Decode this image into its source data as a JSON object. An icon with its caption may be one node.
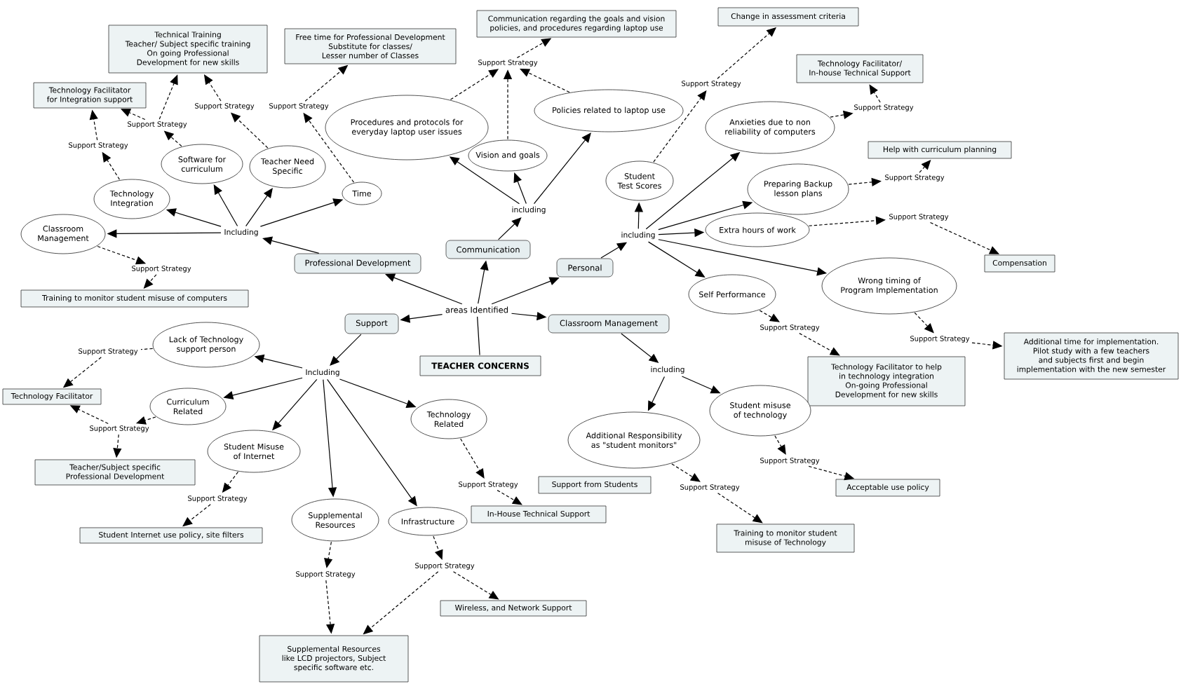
{
  "diagram": {
    "nodes": [
      {
        "text": [
          "TEACHER CONCERNS"
        ]
      },
      {
        "text": [
          "areas Identified"
        ]
      },
      {
        "text": [
          "Professional Development"
        ]
      },
      {
        "text": [
          "Communication"
        ]
      },
      {
        "text": [
          "Personal"
        ]
      },
      {
        "text": [
          "Support"
        ]
      },
      {
        "text": [
          "Classroom Management"
        ]
      },
      {
        "text": [
          "Including"
        ]
      },
      {
        "text": [
          "Classroom Management"
        ]
      },
      {
        "text": [
          "Technology Integration"
        ]
      },
      {
        "text": [
          "Software for curriculum"
        ]
      },
      {
        "text": [
          "Teacher Need Specific"
        ]
      },
      {
        "text": [
          "Time"
        ]
      },
      {
        "text": [
          "Support Strategy"
        ]
      },
      {
        "text": [
          "Training to monitor student misuse of computers"
        ]
      },
      {
        "text": [
          "Support Strategy"
        ]
      },
      {
        "text": [
          "Technology Facilitator for Integration support"
        ]
      },
      {
        "text": [
          "Support Strategy"
        ]
      },
      {
        "text": [
          "Support Strategy"
        ]
      },
      {
        "text": [
          "Technical Training",
          "Teacher/ Subject specific training",
          "On going Professional Development for new skills"
        ]
      },
      {
        "text": [
          "Support Strategy"
        ]
      },
      {
        "text": [
          "Free time for Professional Development",
          "Substitute for classes/",
          "Lesser number of Classes"
        ]
      },
      {
        "text": [
          "including"
        ]
      },
      {
        "text": [
          "Procedures and protocols for everyday laptop user issues"
        ]
      },
      {
        "text": [
          "Vision and goals"
        ]
      },
      {
        "text": [
          "Policies related to laptop use"
        ]
      },
      {
        "text": [
          "Support Strategy"
        ]
      },
      {
        "text": [
          "Communication regarding the goals and vision policies, and procedures regarding laptop use"
        ]
      },
      {
        "text": [
          "including"
        ]
      },
      {
        "text": [
          "Student Test Scores"
        ]
      },
      {
        "text": [
          "Anxieties due to non reliability of computers"
        ]
      },
      {
        "text": [
          "Preparing Backup lesson plans"
        ]
      },
      {
        "text": [
          "Extra hours of work"
        ]
      },
      {
        "text": [
          "Wrong timing of Program Implementation"
        ]
      },
      {
        "text": [
          "Self Performance"
        ]
      },
      {
        "text": [
          "Support Strategy"
        ]
      },
      {
        "text": [
          "Change in assessment criteria"
        ]
      },
      {
        "text": [
          "Support Strategy"
        ]
      },
      {
        "text": [
          "Technology Facilitator/ In-house Technical Support"
        ]
      },
      {
        "text": [
          "Support Strategy"
        ]
      },
      {
        "text": [
          "Help with curriculum planning"
        ]
      },
      {
        "text": [
          "Support Strategy"
        ]
      },
      {
        "text": [
          "Compensation"
        ]
      },
      {
        "text": [
          "Support Strategy"
        ]
      },
      {
        "text": [
          "Additional time for implementation.",
          "Pilot study with a few teachers and subjects first and begin implementation with the new semester"
        ]
      },
      {
        "text": [
          "Support Strategy"
        ]
      },
      {
        "text": [
          "Technology Facilitator to help in technology integration",
          "On-going Professional Development for new skills"
        ]
      },
      {
        "text": [
          "including"
        ]
      },
      {
        "text": [
          "Additional Responsibility as \"student monitors\""
        ]
      },
      {
        "text": [
          "Student misuse of technology"
        ]
      },
      {
        "text": [
          "Support Strategy"
        ]
      },
      {
        "text": [
          "Acceptable use policy"
        ]
      },
      {
        "text": [
          "Support Strategy"
        ]
      },
      {
        "text": [
          "Training to monitor student misuse of Technology"
        ]
      },
      {
        "text": [
          "Including"
        ]
      },
      {
        "text": [
          "Lack of Technology support person"
        ]
      },
      {
        "text": [
          "Curriculum Related"
        ]
      },
      {
        "text": [
          "Student Misuse of Internet"
        ]
      },
      {
        "text": [
          "Supplemental Resources"
        ]
      },
      {
        "text": [
          "Infrastructure"
        ]
      },
      {
        "text": [
          "Technology Related"
        ]
      },
      {
        "text": [
          "Support Strategy"
        ]
      },
      {
        "text": [
          "Technology Facilitator"
        ]
      },
      {
        "text": [
          "Support Strategy"
        ]
      },
      {
        "text": [
          "Teacher/Subject specific Professional Development"
        ]
      },
      {
        "text": [
          "Support Strategy"
        ]
      },
      {
        "text": [
          "Student Internet use policy, site filters"
        ]
      },
      {
        "text": [
          "Support Strategy"
        ]
      },
      {
        "text": [
          "Supplemental Resources like LCD projectors, Subject specific software etc."
        ]
      },
      {
        "text": [
          "Support Strategy"
        ]
      },
      {
        "text": [
          "Support from Students"
        ]
      },
      {
        "text": [
          "In-House Technical Support"
        ]
      },
      {
        "text": [
          "Support Strategy"
        ]
      },
      {
        "text": [
          "Wireless, and Network Support"
        ]
      }
    ],
    "edges": [
      {
        "from": 0,
        "to": 1,
        "arrow": "none"
      },
      {
        "from": 1,
        "to": 2,
        "arrow": "to"
      },
      {
        "from": 1,
        "to": 3,
        "arrow": "to"
      },
      {
        "from": 1,
        "to": 4,
        "arrow": "to"
      },
      {
        "from": 1,
        "to": 5,
        "arrow": "to"
      },
      {
        "from": 1,
        "to": 6,
        "arrow": "to"
      },
      {
        "from": 2,
        "to": 7,
        "arrow": "to"
      },
      {
        "from": 7,
        "to": 8,
        "arrow": "to"
      },
      {
        "from": 7,
        "to": 9,
        "arrow": "to"
      },
      {
        "from": 7,
        "to": 10,
        "arrow": "to"
      },
      {
        "from": 7,
        "to": 11,
        "arrow": "to"
      },
      {
        "from": 7,
        "to": 12,
        "arrow": "to"
      },
      {
        "from": 8,
        "to": 13,
        "arrow": "to",
        "style": "dashed"
      },
      {
        "from": 13,
        "to": 14,
        "arrow": "to",
        "style": "dashed"
      },
      {
        "from": 9,
        "to": 15,
        "arrow": "to",
        "style": "dashed"
      },
      {
        "from": 15,
        "to": 16,
        "arrow": "to",
        "style": "dashed"
      },
      {
        "from": 10,
        "to": 17,
        "arrow": "to",
        "style": "dashed"
      },
      {
        "from": 17,
        "to": 16,
        "arrow": "to",
        "style": "dashed"
      },
      {
        "from": 17,
        "to": 19,
        "arrow": "to",
        "style": "dashed"
      },
      {
        "from": 11,
        "to": 18,
        "arrow": "to",
        "style": "dashed"
      },
      {
        "from": 18,
        "to": 19,
        "arrow": "to",
        "style": "dashed"
      },
      {
        "from": 12,
        "to": 20,
        "arrow": "to",
        "style": "dashed"
      },
      {
        "from": 20,
        "to": 21,
        "arrow": "to",
        "style": "dashed"
      },
      {
        "from": 3,
        "to": 22,
        "arrow": "to"
      },
      {
        "from": 22,
        "to": 23,
        "arrow": "to"
      },
      {
        "from": 22,
        "to": 24,
        "arrow": "to"
      },
      {
        "from": 22,
        "to": 25,
        "arrow": "to"
      },
      {
        "from": 23,
        "to": 26,
        "arrow": "to",
        "style": "dashed"
      },
      {
        "from": 24,
        "to": 26,
        "arrow": "to",
        "style": "dashed"
      },
      {
        "from": 25,
        "to": 26,
        "arrow": "to",
        "style": "dashed"
      },
      {
        "from": 26,
        "to": 27,
        "arrow": "to",
        "style": "dashed"
      },
      {
        "from": 4,
        "to": 28,
        "arrow": "to"
      },
      {
        "from": 28,
        "to": 29,
        "arrow": "to"
      },
      {
        "from": 28,
        "to": 30,
        "arrow": "to"
      },
      {
        "from": 28,
        "to": 31,
        "arrow": "to"
      },
      {
        "from": 28,
        "to": 32,
        "arrow": "to"
      },
      {
        "from": 28,
        "to": 33,
        "arrow": "to"
      },
      {
        "from": 28,
        "to": 34,
        "arrow": "to"
      },
      {
        "from": 29,
        "to": 35,
        "arrow": "to",
        "style": "dashed"
      },
      {
        "from": 35,
        "to": 36,
        "arrow": "to",
        "style": "dashed"
      },
      {
        "from": 30,
        "to": 37,
        "arrow": "to",
        "style": "dashed"
      },
      {
        "from": 37,
        "to": 38,
        "arrow": "to",
        "style": "dashed"
      },
      {
        "from": 31,
        "to": 39,
        "arrow": "to",
        "style": "dashed"
      },
      {
        "from": 39,
        "to": 40,
        "arrow": "to",
        "style": "dashed"
      },
      {
        "from": 32,
        "to": 41,
        "arrow": "to",
        "style": "dashed"
      },
      {
        "from": 41,
        "to": 42,
        "arrow": "to",
        "style": "dashed"
      },
      {
        "from": 33,
        "to": 43,
        "arrow": "to",
        "style": "dashed"
      },
      {
        "from": 43,
        "to": 44,
        "arrow": "to",
        "style": "dashed"
      },
      {
        "from": 34,
        "to": 45,
        "arrow": "to",
        "style": "dashed"
      },
      {
        "from": 45,
        "to": 46,
        "arrow": "to",
        "style": "dashed"
      },
      {
        "from": 6,
        "to": 47,
        "arrow": "to"
      },
      {
        "from": 47,
        "to": 48,
        "arrow": "to"
      },
      {
        "from": 47,
        "to": 49,
        "arrow": "to"
      },
      {
        "from": 49,
        "to": 50,
        "arrow": "to",
        "style": "dashed"
      },
      {
        "from": 50,
        "to": 51,
        "arrow": "to",
        "style": "dashed"
      },
      {
        "from": 48,
        "to": 52,
        "arrow": "to",
        "style": "dashed"
      },
      {
        "from": 52,
        "to": 53,
        "arrow": "to",
        "style": "dashed"
      },
      {
        "from": 5,
        "to": 54,
        "arrow": "to"
      },
      {
        "from": 54,
        "to": 55,
        "arrow": "to"
      },
      {
        "from": 54,
        "to": 56,
        "arrow": "to"
      },
      {
        "from": 54,
        "to": 57,
        "arrow": "to"
      },
      {
        "from": 54,
        "to": 58,
        "arrow": "to"
      },
      {
        "from": 54,
        "to": 59,
        "arrow": "to"
      },
      {
        "from": 54,
        "to": 60,
        "arrow": "to"
      },
      {
        "from": 55,
        "to": 61,
        "arrow": "none",
        "style": "dashed"
      },
      {
        "from": 61,
        "to": 62,
        "arrow": "to",
        "style": "dashed"
      },
      {
        "from": 56,
        "to": 63,
        "arrow": "to",
        "style": "dashed"
      },
      {
        "from": 63,
        "to": 62,
        "arrow": "to",
        "style": "dashed"
      },
      {
        "from": 63,
        "to": 64,
        "arrow": "to",
        "style": "dashed"
      },
      {
        "from": 57,
        "to": 65,
        "arrow": "to",
        "style": "dashed"
      },
      {
        "from": 65,
        "to": 66,
        "arrow": "to",
        "style": "dashed"
      },
      {
        "from": 58,
        "to": 67,
        "arrow": "to",
        "style": "dashed"
      },
      {
        "from": 67,
        "to": 68,
        "arrow": "to",
        "style": "dashed"
      },
      {
        "from": 60,
        "to": 69,
        "arrow": "to",
        "style": "dashed"
      },
      {
        "from": 69,
        "to": 71,
        "arrow": "to",
        "style": "dashed"
      },
      {
        "from": 59,
        "to": 72,
        "arrow": "to",
        "style": "dashed"
      },
      {
        "from": 72,
        "to": 73,
        "arrow": "to",
        "style": "dashed"
      },
      {
        "from": 72,
        "to": 68,
        "arrow": "to",
        "style": "dashed"
      }
    ]
  }
}
